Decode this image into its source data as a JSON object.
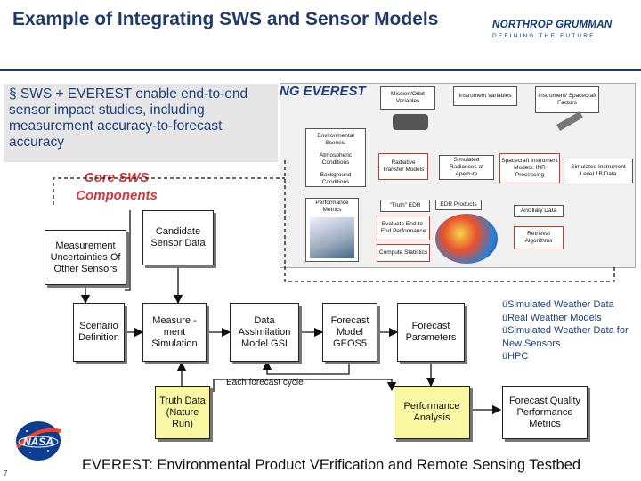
{
  "title": "Example of Integrating SWS and Sensor Models",
  "logo": {
    "name": "NORTHROP GRUMMAN",
    "tagline": "DEFINING THE FUTURE"
  },
  "bullet": "§ SWS + EVEREST enable end-to-end sensor impact studies, including measurement accuracy-to-forecast accuracy",
  "overlap_text": "NG EVEREST",
  "core_label": "Core SWS Components",
  "boxes": {
    "measurement_uncertainties": "Measurement Uncertainties Of Other Sensors",
    "candidate_sensor_data": "Candidate Sensor Data",
    "scenario_definition": "Scenario Definition",
    "measurement_simulation": "Measure -ment Simulation",
    "data_assimilation": "Data Assimilation Model GSI",
    "forecast_model": "Forecast Model GEOS5",
    "forecast_parameters": "Forecast Parameters",
    "truth_data": "Truth Data (Nature Run)",
    "performance_analysis": "Performance Analysis",
    "forecast_quality": "Forecast Quality Performance Metrics"
  },
  "cycle_label": "Each forecast cycle",
  "checklist": [
    "üSimulated Weather Data",
    "üReal Weather Models",
    "üSimulated Weather Data for New Sensors",
    "üHPC"
  ],
  "flowchart": {
    "mission_orbit": "Mission/Orbit Variables",
    "instrument_variables": "Instrument Variables",
    "instrument_spacecraft_factors": "Instrument/ Spacecraft Factors",
    "environmental_scenes": "Environmental Scenes:",
    "atmospheric_conditions": "Atmospheric Conditions",
    "background_conditions": "Background Conditions",
    "radiative_transfer": "Radiative Transfer Models",
    "simulated_radiances": "Simulated Radiances at Aperture",
    "spacecraft_instrument": "Spacecraft Instrument Models: INR Processing",
    "simulated_instrument_level": "Simulated Instrument Level 1B Data",
    "performance_metrics": "Performance Metrics",
    "truth_edr": "\"Truth\" EDR",
    "edr_products": "EDR Products",
    "evaluate_performance": "Evaluate End-to-End Performance",
    "compute_statistics": "Compute Statistics",
    "ancillary_data": "Ancillary Data",
    "retrieval_algorithms": "Retrieval Algorithms"
  },
  "footer": "EVEREST: Environmental Product VErification and Remote Sensing Testbed",
  "page_number": "7",
  "colors": {
    "title": "#1f3a6b",
    "accent_red": "#d0393b",
    "yellow_box": "#fbf8a3"
  }
}
